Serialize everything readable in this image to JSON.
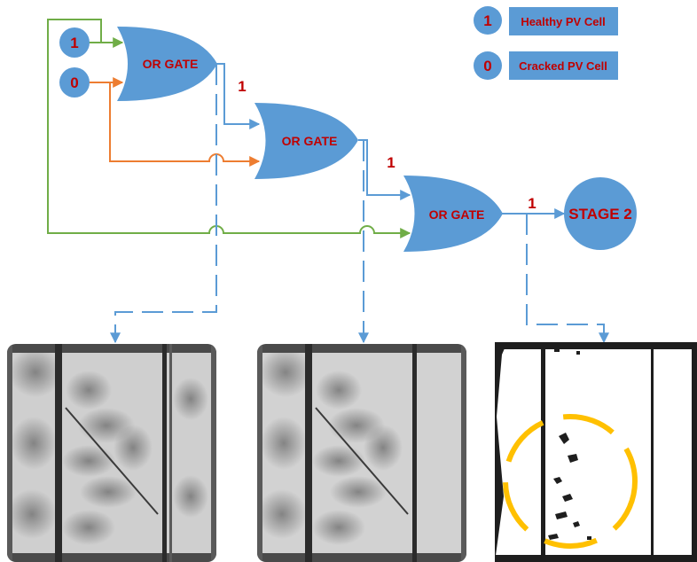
{
  "legend": {
    "healthy": {
      "value": "1",
      "label": "Healthy PV Cell"
    },
    "cracked": {
      "value": "0",
      "label": "Cracked PV Cell"
    }
  },
  "inputs": {
    "a": "1",
    "b": "0"
  },
  "gates": [
    "OR GATE",
    "OR GATE",
    "OR GATE"
  ],
  "signals": {
    "gate1_out": "1",
    "gate2_out": "1",
    "gate3_out": "1"
  },
  "stage": "STAGE 2",
  "colors": {
    "shape": "#5b9bd5",
    "label_red": "#c00000",
    "green_wire": "#70ad47",
    "orange_wire": "#ed7d31",
    "blue_wire": "#5b9bd5",
    "crack_circle": "#ffc000"
  }
}
